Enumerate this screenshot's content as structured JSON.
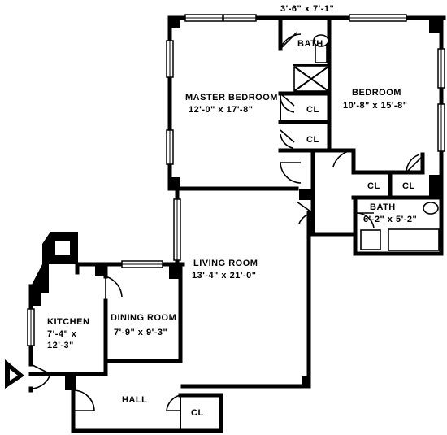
{
  "rooms": {
    "dim_top": "3'-6\" x 7'-1\"",
    "master_bedroom": {
      "name": "MASTER BEDROOM",
      "dims": "12'-0\" x 17'-8\""
    },
    "bath_top": {
      "name": "BATH"
    },
    "bedroom": {
      "name": "BEDROOM",
      "dims": "10'-8\" x 15'-8\""
    },
    "cl_master_1": "CL",
    "cl_master_2": "CL",
    "cl_bed_1": "CL",
    "cl_bed_2": "CL",
    "bath_right": {
      "name": "BATH",
      "dims": "6'-2\" x 5'-2\""
    },
    "living_room": {
      "name": "LIVING ROOM",
      "dims": "13'-4\" x 21'-0\""
    },
    "dining_room": {
      "name": "DINING ROOM",
      "dims": "7'-9\" x 9'-3\""
    },
    "kitchen": {
      "name": "KITCHEN",
      "dims_1": "7'-4\" x",
      "dims_2": "12'-3\""
    },
    "hall": {
      "name": "HALL"
    },
    "cl_hall": "CL"
  }
}
